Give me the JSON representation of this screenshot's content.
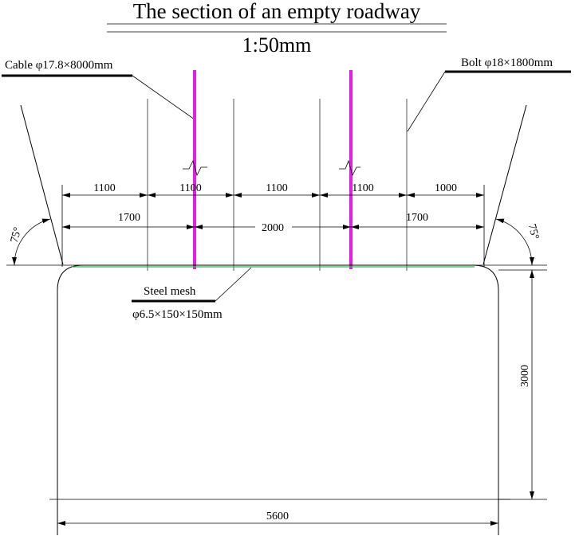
{
  "title": "The section of an empty roadway",
  "scale": "1:50mm",
  "labels": {
    "cable": "Cable φ17.8×8000mm",
    "bolt": "Bolt φ18×1800mm",
    "steel_mesh": "Steel mesh",
    "steel_mesh_spec": "φ6.5×150×150mm"
  },
  "dimensions": {
    "bolt_spacing": [
      "1100",
      "1100",
      "1100",
      "1100",
      "1000"
    ],
    "cable_spacing": [
      "1700",
      "2000",
      "1700"
    ],
    "height": "3000",
    "width": "5600",
    "left_angle": "75°",
    "right_angle": "75°"
  },
  "colors": {
    "cable": "#e51ee5",
    "mesh": "#2db24a",
    "line": "#000000"
  }
}
